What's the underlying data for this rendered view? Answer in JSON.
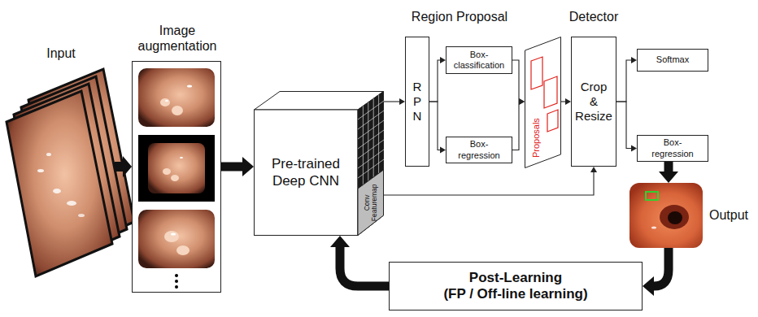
{
  "diagram": {
    "nodes": [
      {
        "text": [
          "Image augmentation"
        ]
      },
      {
        "text": [
          "Pre-trained Deep CNN",
          "Conv Featuremap"
        ]
      },
      {
        "text": [
          "R P N"
        ]
      },
      {
        "text": [
          "Box- classification"
        ]
      },
      {
        "text": [
          "Box- regression"
        ]
      },
      {
        "text": [
          "Proposals"
        ]
      },
      {
        "text": [
          "Crop & Resize"
        ]
      },
      {
        "text": [
          "Softmax"
        ]
      },
      {
        "text": [
          "Box- regression"
        ]
      },
      {
        "text": [
          "Output"
        ]
      },
      {
        "text": [
          "Post-Learning",
          "(FP / Off-line learning)"
        ]
      }
    ],
    "edges": [
      {
        "from": 0,
        "to": 1,
        "arrow": "to"
      },
      {
        "from": 1,
        "to": 2,
        "arrow": "to"
      },
      {
        "from": 2,
        "to": 3,
        "arrow": "to"
      },
      {
        "from": 2,
        "to": 4,
        "arrow": "to"
      },
      {
        "from": 3,
        "to": 5,
        "arrow": "to"
      },
      {
        "from": 4,
        "to": 5,
        "arrow": "to"
      },
      {
        "from": 5,
        "to": 6,
        "arrow": "to"
      },
      {
        "from": 1,
        "to": 6,
        "arrow": "to"
      },
      {
        "from": 6,
        "to": 7,
        "arrow": "to"
      },
      {
        "from": 6,
        "to": 8,
        "arrow": "to"
      },
      {
        "from": 8,
        "to": 9,
        "arrow": "to"
      },
      {
        "from": 9,
        "to": 10,
        "arrow": "to"
      },
      {
        "from": 10,
        "to": 1,
        "arrow": "to"
      }
    ],
    "labels": [
      "Input",
      "Region Proposal",
      "Detector"
    ]
  }
}
